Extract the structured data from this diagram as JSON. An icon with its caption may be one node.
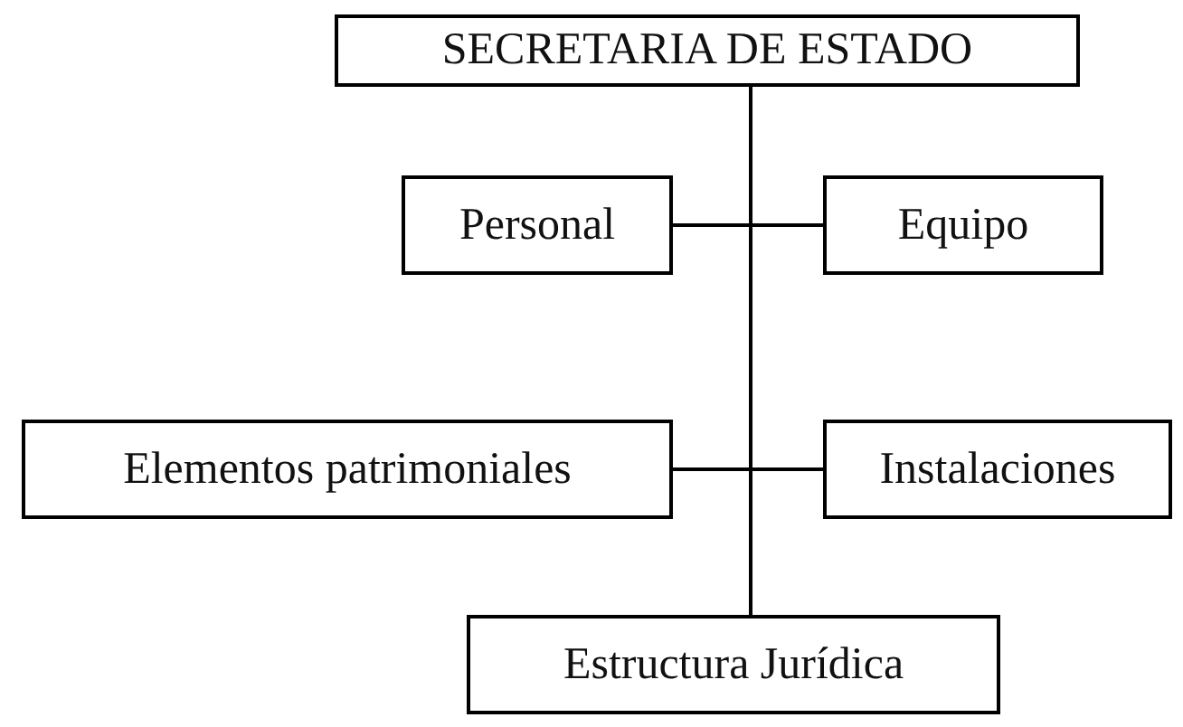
{
  "diagram": {
    "nodes": [
      {
        "text": [
          "SECRETARIA DE ESTADO"
        ]
      },
      {
        "text": [
          "Personal"
        ]
      },
      {
        "text": [
          "Equipo"
        ]
      },
      {
        "text": [
          "Elementos patrimoniales"
        ]
      },
      {
        "text": [
          "Instalaciones"
        ]
      },
      {
        "text": [
          "Estructura Jurídica"
        ]
      }
    ],
    "edges": [
      {
        "from": 0,
        "to": 1,
        "arrow": "none"
      },
      {
        "from": 0,
        "to": 2,
        "arrow": "none"
      },
      {
        "from": 0,
        "to": 3,
        "arrow": "none"
      },
      {
        "from": 0,
        "to": 4,
        "arrow": "none"
      },
      {
        "from": 0,
        "to": 5,
        "arrow": "none"
      }
    ]
  }
}
